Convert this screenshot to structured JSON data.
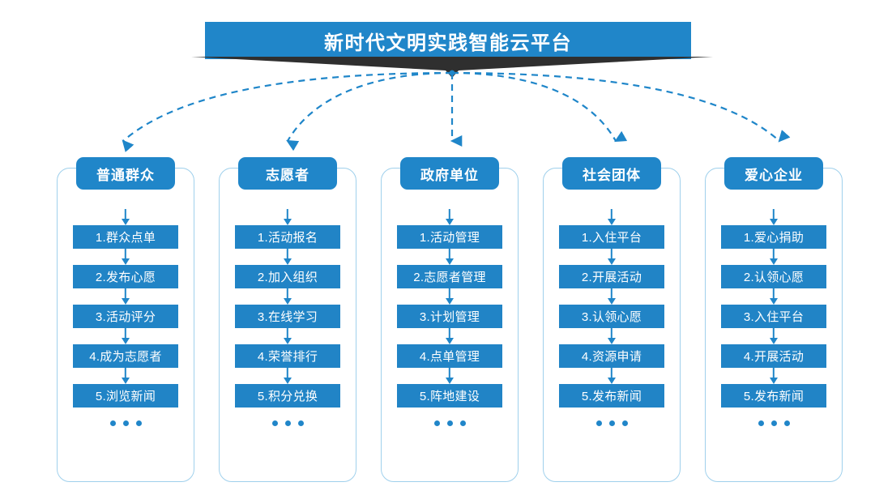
{
  "banner": {
    "title": "新时代文明实践智能云平台"
  },
  "theme": {
    "primary": "#2086c9",
    "box": "#2184c6",
    "outline": "#9fd0ec",
    "shadow": "#2f2f2f",
    "background": "#ffffff"
  },
  "ellipsis": "• • •",
  "columns": [
    {
      "header": "普通群众",
      "items": [
        "1.群众点单",
        "2.发布心愿",
        "3.活动评分",
        "4.成为志愿者",
        "5.浏览新闻"
      ],
      "more": "..."
    },
    {
      "header": "志愿者",
      "items": [
        "1.活动报名",
        "2.加入组织",
        "3.在线学习",
        "4.荣誉排行",
        "5.积分兑换"
      ],
      "more": "..."
    },
    {
      "header": "政府单位",
      "items": [
        "1.活动管理",
        "2.志愿者管理",
        "3.计划管理",
        "4.点单管理",
        "5.阵地建设"
      ],
      "more": "..."
    },
    {
      "header": "社会团体",
      "items": [
        "1.入住平台",
        "2.开展活动",
        "3.认领心愿",
        "4.资源申请",
        "5.发布新闻"
      ],
      "more": "..."
    },
    {
      "header": "爱心企业",
      "items": [
        "1.爱心捐助",
        "2.认领心愿",
        "3.入住平台",
        "4.开展活动",
        "5.发布新闻"
      ],
      "more": "..."
    }
  ]
}
